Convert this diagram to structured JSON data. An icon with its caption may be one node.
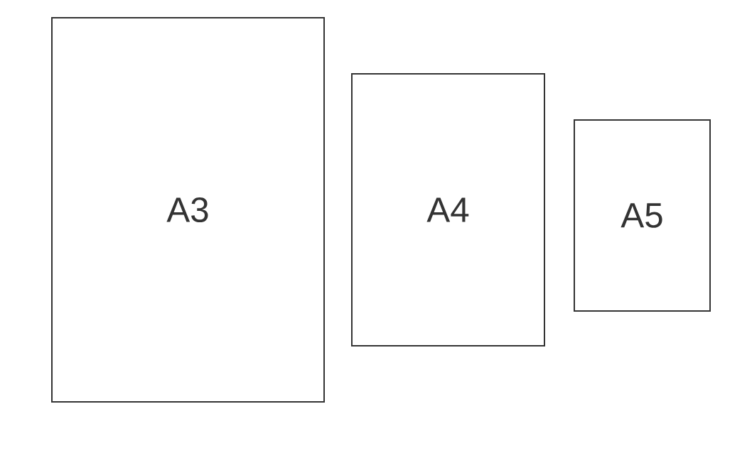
{
  "diagram": {
    "nodes": [
      {
        "text": [
          "A3"
        ]
      },
      {
        "text": [
          "A4"
        ]
      },
      {
        "text": [
          "A5"
        ]
      }
    ]
  }
}
